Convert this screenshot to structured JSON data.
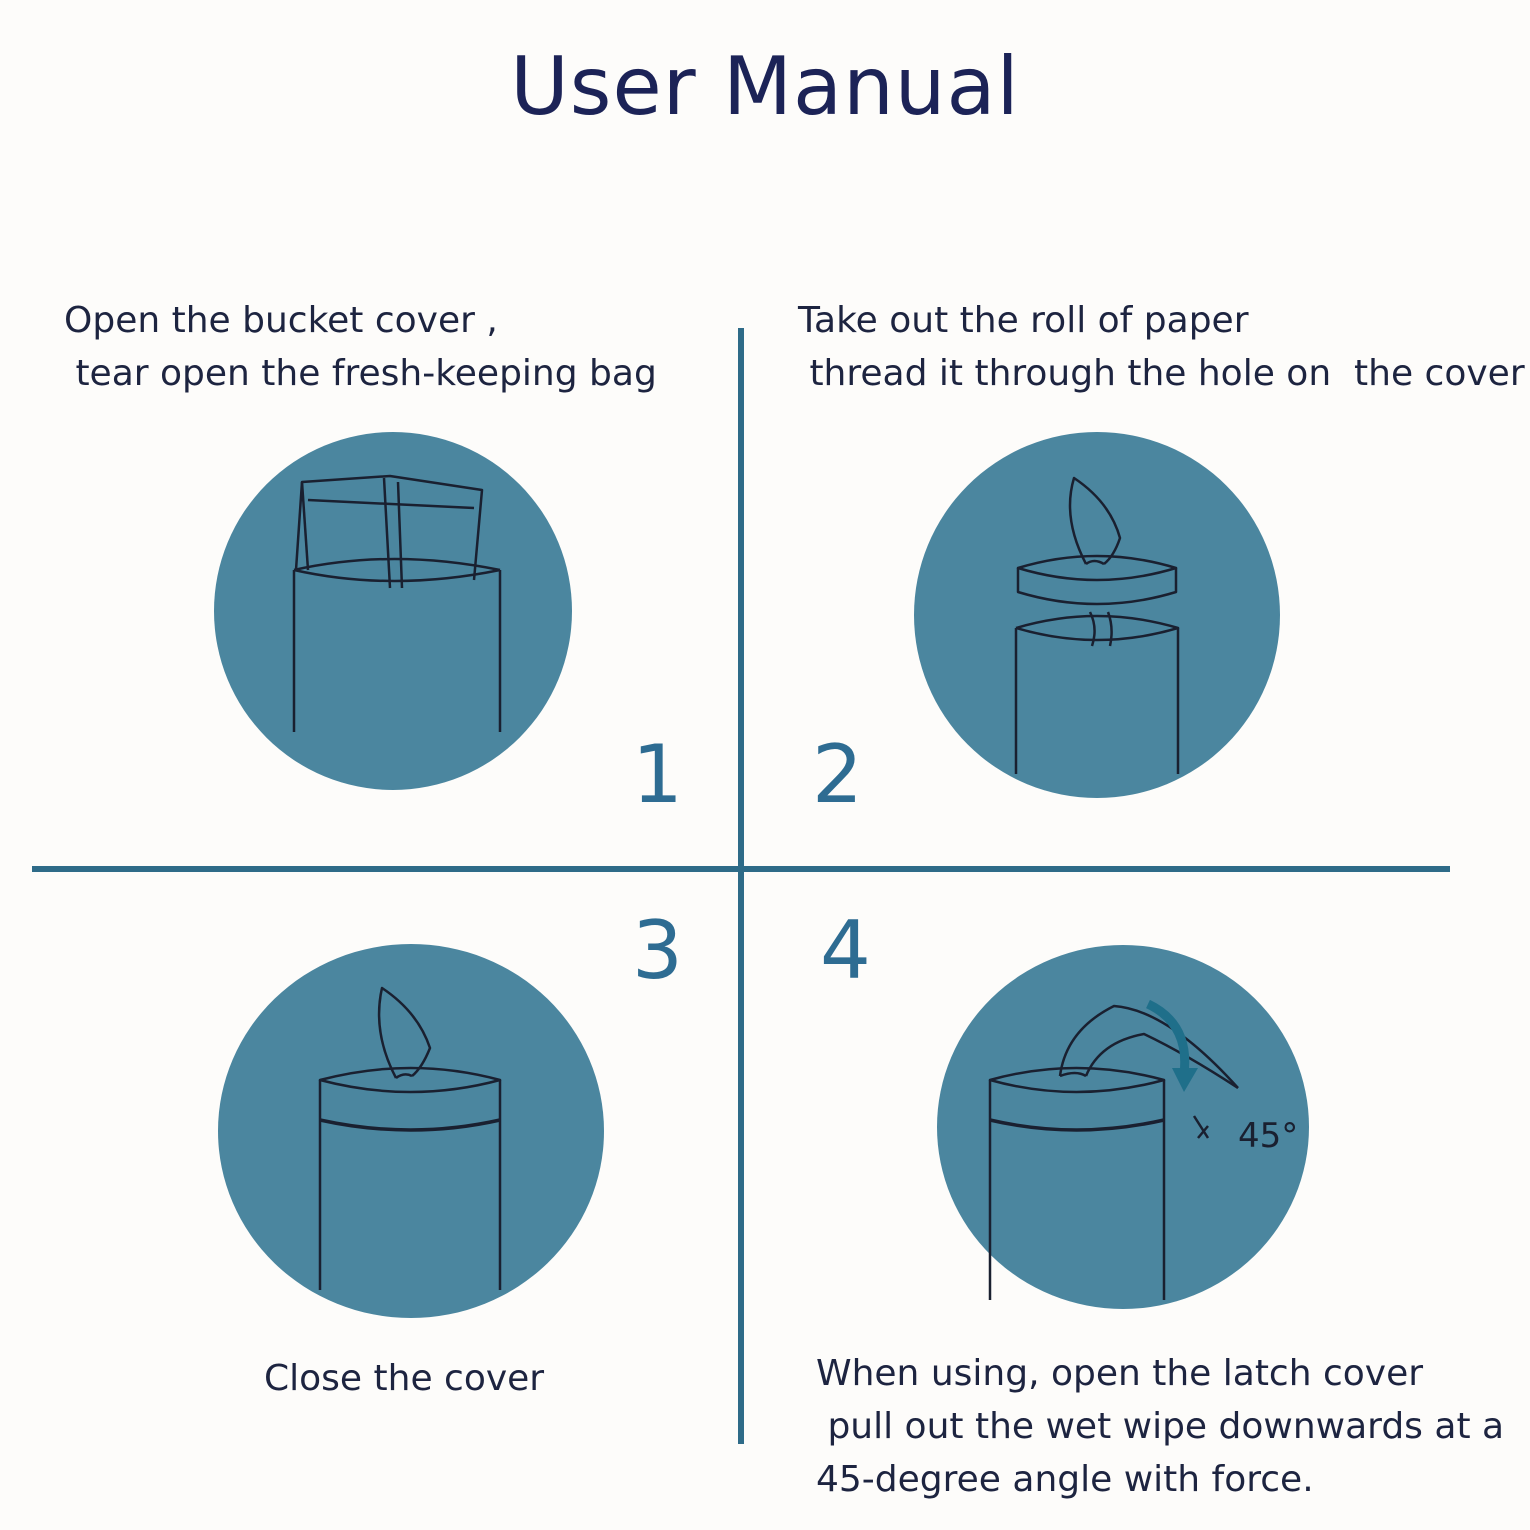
{
  "title": "User Manual",
  "colors": {
    "circle": "#4b869f",
    "line": "#2e6b88",
    "title": "#1c2357",
    "number": "#2e6c92",
    "sketch": "#1a2030"
  },
  "steps": [
    {
      "number": "1",
      "caption": "Open the bucket cover ,\n tear open the fresh-keeping bag",
      "icon": "bag-in-bucket-icon"
    },
    {
      "number": "2",
      "caption": "Take out the roll of paper\n thread it through the hole on  the cover",
      "icon": "thread-roll-icon"
    },
    {
      "number": "3",
      "caption": "Close the cover",
      "icon": "closed-cover-icon"
    },
    {
      "number": "4",
      "caption": "When using, open the latch cover\n pull out the wet wipe downwards at a\n45-degree angle with force.",
      "icon": "pull-wipe-icon",
      "angle_label": "45°"
    }
  ]
}
